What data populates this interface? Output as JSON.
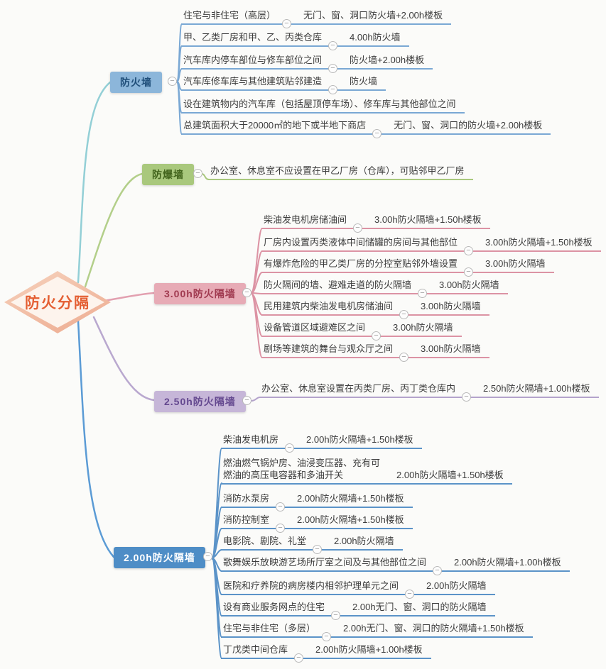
{
  "root": {
    "label": "防火分隔"
  },
  "ui": {
    "collapse_glyph": "−"
  },
  "colors": {
    "bg": "#fbfbf9",
    "text": "#3c3c3c",
    "root-text": "#e45f33",
    "root-fill-1": "#f6d2bd",
    "root-fill-2": "#edab90",
    "b1-box-bg": "#8cb6da",
    "b1-box-text": "#1f4e79",
    "b1-line": "#7aa8d4",
    "b1-edge": "#93cfd6",
    "b2-box-bg": "#a9c87d",
    "b2-box-text": "#42641c",
    "b2-line": "#a9c87d",
    "b2-edge": "#b3cf8a",
    "b3-box-bg": "#e7abb6",
    "b3-box-text": "#a03a50",
    "b3-line": "#dc93a4",
    "b3-edge": "#e2a0b0",
    "b4-box-bg": "#c6b6d8",
    "b4-box-text": "#64488f",
    "b4-line": "#b4a3cc",
    "b4-edge": "#b9a8cf",
    "b5-box-bg": "#4e8dc6",
    "b5-box-text": "#ffffff",
    "b5-line": "#5b93c8",
    "b5-edge": "#5b9bd5"
  },
  "branches": [
    {
      "label": "防火墙",
      "children": [
        {
          "topic": "住宅与非住宅（高层）",
          "detail": "无门、窗、洞口防火墙+2.00h楼板"
        },
        {
          "topic": "甲、乙类厂房和甲、乙、丙类仓库",
          "detail": "4.00h防火墙"
        },
        {
          "topic": "汽车库内停车部位与修车部位之间",
          "detail": "防火墙+2.00h楼板"
        },
        {
          "topic": "汽车库修车库与其他建筑贴邻建造",
          "detail": "防火墙"
        },
        {
          "topic": "设在建筑物内的汽车库（包括屋顶停车场）、修车库与其他部位之间"
        },
        {
          "topic": "总建筑面积大于20000㎡的地下或半地下商店",
          "detail": "无门、窗、洞口的防火墙+2.00h楼板"
        }
      ]
    },
    {
      "label": "防爆墙",
      "children": [
        {
          "topic": "办公室、休息室不应设置在甲乙厂房（仓库），可贴邻甲乙厂房"
        }
      ]
    },
    {
      "label": "3.00h防火隔墙",
      "children": [
        {
          "topic": "柴油发电机房储油间",
          "detail": "3.00h防火隔墙+1.50h楼板"
        },
        {
          "topic": "厂房内设置丙类液体中间储罐的房间与其他部位",
          "detail": "3.00h防火隔墙+1.50h楼板"
        },
        {
          "topic": "有爆炸危险的甲乙类厂房的分控室贴邻外墙设置",
          "detail": "3.00h防火隔墙"
        },
        {
          "topic": "防火隔间的墙、避难走道的防火隔墙",
          "detail": "3.00h防火隔墙"
        },
        {
          "topic": "民用建筑内柴油发电机房储油间",
          "detail": "3.00h防火隔墙"
        },
        {
          "topic": "设备管道区域避难区之间",
          "detail": "3.00h防火隔墙"
        },
        {
          "topic": "剧场等建筑的舞台与观众厅之间",
          "detail": "3.00h防火隔墙"
        }
      ]
    },
    {
      "label": "2.50h防火隔墙",
      "children": [
        {
          "topic": "办公室、休息室设置在丙类厂房、丙丁类仓库内",
          "detail": "2.50h防火隔墙+1.00h楼板"
        }
      ]
    },
    {
      "label": "2.00h防火隔墙",
      "children": [
        {
          "topic": "柴油发电机房",
          "detail": "2.00h防火隔墙+1.50h楼板"
        },
        {
          "topic_line1": "燃油燃气锅炉房、油浸变压器、充有可",
          "topic_line2": "燃油的高压电容器和多油开关",
          "detail": "2.00h防火隔墙+1.50h楼板"
        },
        {
          "topic": "消防水泵房",
          "detail": "2.00h防火隔墙+1.50h楼板"
        },
        {
          "topic": "消防控制室",
          "detail": "2.00h防火隔墙+1.50h楼板"
        },
        {
          "topic": "电影院、剧院、礼堂",
          "detail": "2.00h防火隔墙"
        },
        {
          "topic": "歌舞娱乐放映游艺场所厅室之间及与其他部位之间",
          "detail": "2.00h防火隔墙+1.00h楼板"
        },
        {
          "topic": "医院和疗养院的病房楼内相邻护理单元之间",
          "detail": "2.00h防火隔墙"
        },
        {
          "topic": "设有商业服务网点的住宅",
          "detail": "2.00h无门、窗、洞口的防火隔墙"
        },
        {
          "topic": "住宅与非住宅（多层）",
          "detail": "2.00h无门、窗、洞口的防火隔墙+1.50h楼板"
        },
        {
          "topic": "丁戊类中间仓库",
          "detail": "2.00h防火隔墙+1.00h楼板"
        }
      ]
    }
  ]
}
